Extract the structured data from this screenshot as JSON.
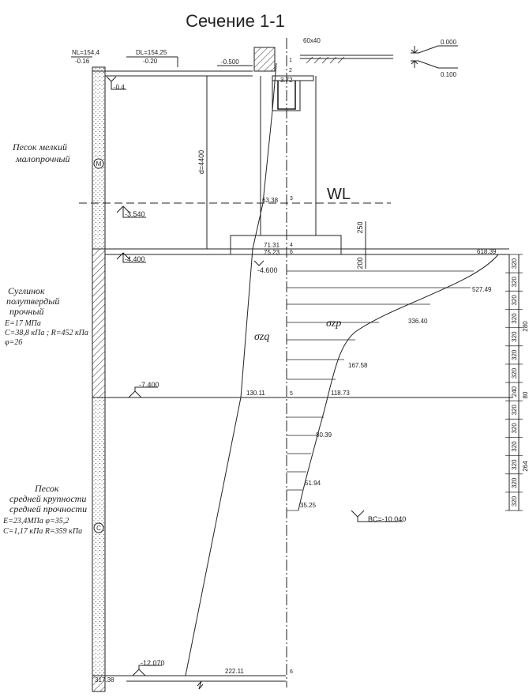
{
  "title": "Сечение 1-1",
  "top_labels": {
    "nl": "NL=154,4",
    "nl_level": "-0.16",
    "dl": "DL=154,25",
    "dl_level": "-0.20",
    "level_0500": "-0.500",
    "level_04": "-0.4",
    "bar_size": "60x40",
    "level_0000": "0.000",
    "level_0100": "0.100",
    "pt1": "1",
    "pt2": "2",
    "sigma_top": "3.72",
    "depth_label": "d=4400"
  },
  "layers": [
    {
      "name": "Песок мелкий\nмалопрочный",
      "symbol": "М"
    },
    {
      "name": "Суглинок\nполутвердый\nпрочный",
      "props": "E=17 МПа\nC=38,8 кПа ; R=452 кПа\nφ=26"
    },
    {
      "name": "Песок\nсредней крупности\nсредней прочности",
      "props": "E=23,4МПа   φ=35,2\nC=1,17 кПа   R=359 кПа",
      "symbol": "С"
    }
  ],
  "water": {
    "label": "WL",
    "level": "-3.540"
  },
  "levels": {
    "base": "-4.400",
    "base2": "-4.600",
    "l7400": "-7.400",
    "l12070": "-12.070",
    "bc": "BC=-10.040"
  },
  "sigma_zg": {
    "label": "σzq",
    "points": [
      {
        "id": "3",
        "value": "63.38"
      },
      {
        "id": "4",
        "value": "71.31"
      },
      {
        "id": "6",
        "value": "75.23"
      },
      {
        "id": "5",
        "value": "130.11"
      },
      {
        "id": "6",
        "value": "222.11"
      }
    ],
    "bottom_left": "317.38"
  },
  "sigma_zp": {
    "label": "σzp",
    "values": [
      "618.39",
      "527.49",
      "336.40",
      "167.58",
      "118.73",
      "80.39",
      "51.94",
      "35.25"
    ]
  },
  "dims": {
    "d250": "250",
    "d200": "200",
    "d280": "280",
    "d80": "80",
    "d264": "264",
    "right_cells": [
      "320",
      "320",
      "320",
      "320",
      "320",
      "320",
      "320",
      "240",
      "320",
      "320",
      "320",
      "320",
      "320",
      "320"
    ]
  },
  "point_numbers": [
    "3",
    "4",
    "6",
    "5",
    "6"
  ]
}
